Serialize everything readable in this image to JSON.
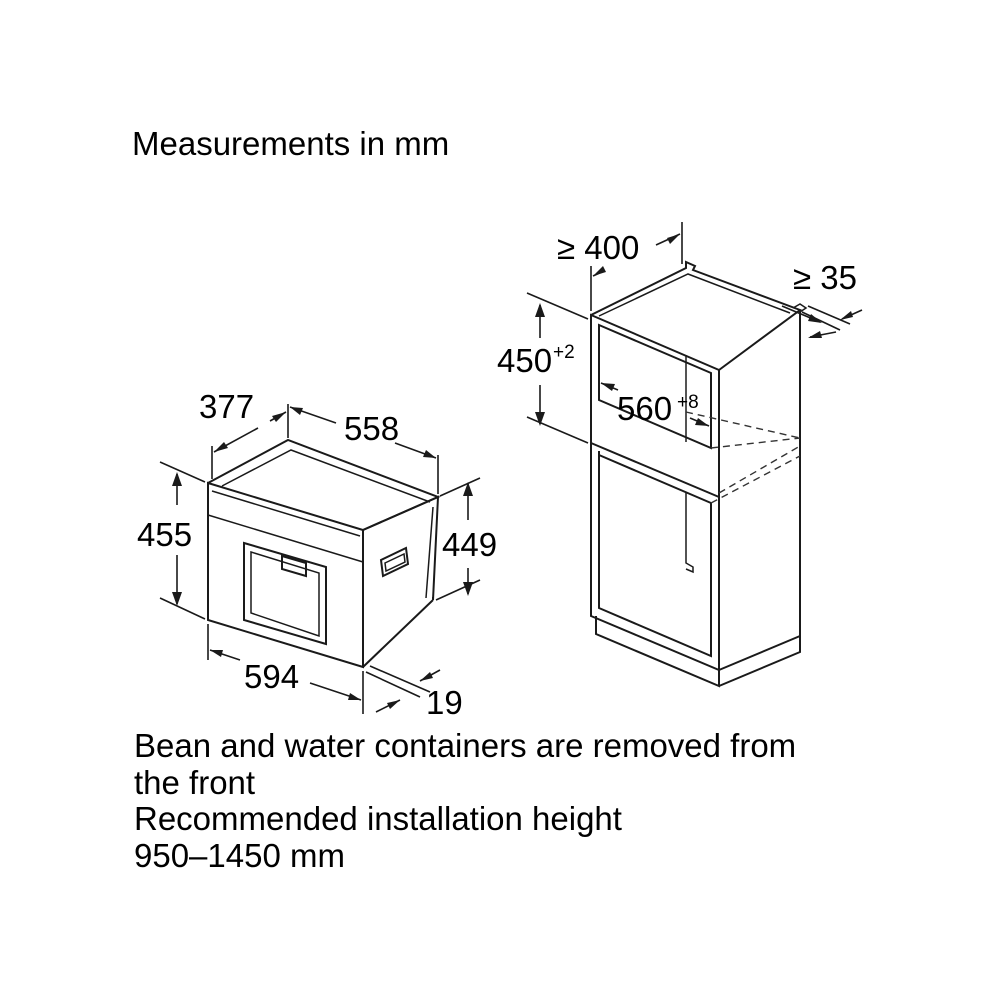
{
  "title": "Measurements in mm",
  "appliance_dimensions": {
    "depth_overall": "377",
    "depth_body": "558",
    "height_front": "455",
    "height_body": "449",
    "width": "594",
    "front_panel": "19"
  },
  "niche_dimensions": {
    "min_width": "≥ 400",
    "min_gap": "≥ 35",
    "height": "450",
    "height_tolerance": "+2",
    "width_inner": "560",
    "width_tolerance": "+8"
  },
  "notes": [
    "Bean and water containers are removed from",
    "the front",
    "Recommended installation height",
    "950–1450 mm"
  ]
}
